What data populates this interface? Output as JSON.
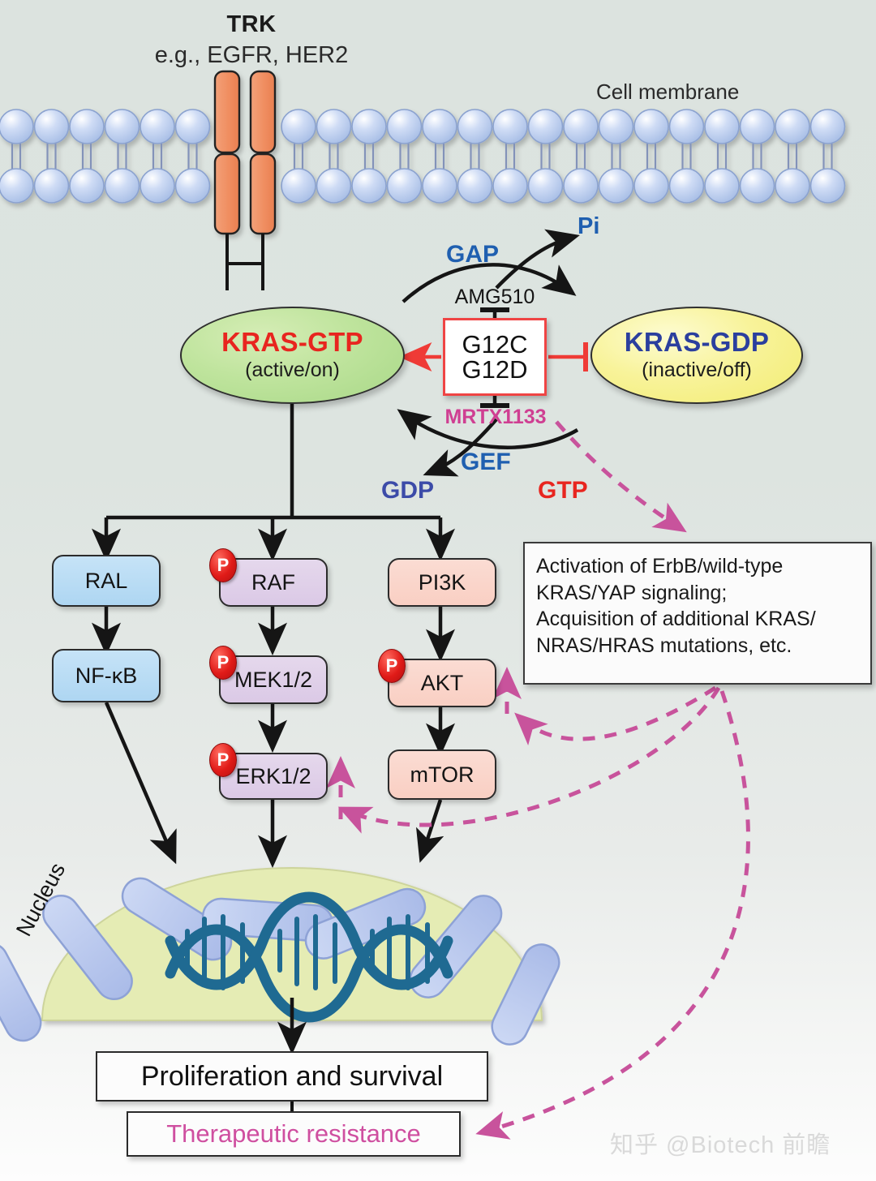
{
  "figure": {
    "title": "KRAS signaling pathway and therapeutic resistance",
    "background_top": "#dce3df",
    "background_bottom": "#fdfdfd"
  },
  "receptor": {
    "title": "TRK",
    "subtitle": "e.g., EGFR, HER2",
    "color": "#f3956b"
  },
  "membrane": {
    "label": "Cell membrane",
    "head_color": "#bed0ee"
  },
  "kras": {
    "active": {
      "name": "KRAS-GTP",
      "state": "(active/on)",
      "name_color": "#e8251f",
      "fill": "#bfe49d"
    },
    "inactive": {
      "name": "KRAS-GDP",
      "state": "(inactive/off)",
      "name_color": "#2b3f9e",
      "fill": "#f8f39a"
    }
  },
  "inhibitor_box": {
    "drug_top": "AMG510",
    "mutation_1": "G12C",
    "mutation_2": "G12D",
    "drug_bottom": "MRTX1133",
    "border_color": "#ef4444",
    "drug_bottom_color": "#cf3f92"
  },
  "cycle": {
    "gap": "GAP",
    "gef": "GEF",
    "pi": "Pi",
    "gdp": "GDP",
    "gtp": "GTP",
    "gap_color": "#1f5fb0",
    "gef_color": "#1f5fb0",
    "gdp_color": "#3c4ba8",
    "gtp_color": "#e8251f"
  },
  "pathways": {
    "ral_branch": [
      {
        "label": "RAL",
        "color": "blue",
        "phospho": false
      },
      {
        "label": "NF-κB",
        "color": "blue",
        "phospho": false
      }
    ],
    "raf_branch": [
      {
        "label": "RAF",
        "color": "purple",
        "phospho": true
      },
      {
        "label": "MEK1/2",
        "color": "purple",
        "phospho": true
      },
      {
        "label": "ERK1/2",
        "color": "purple",
        "phospho": true
      }
    ],
    "pi3k_branch": [
      {
        "label": "PI3K",
        "color": "pink",
        "phospho": false
      },
      {
        "label": "AKT",
        "color": "pink",
        "phospho": true
      },
      {
        "label": "mTOR",
        "color": "pink",
        "phospho": false
      }
    ],
    "phospho_badge": "P"
  },
  "resistance_box": {
    "line1": "Activation of ErbB/wild-type",
    "line2": "KRAS/YAP signaling;",
    "line3": "Acquisition of additional KRAS/",
    "line4": "NRAS/HRAS mutations, etc."
  },
  "nucleus": {
    "label": "Nucleus",
    "fill": "#e5ecb4",
    "envelope_color": "#b9c9ee"
  },
  "outcomes": {
    "proliferation": "Proliferation and survival",
    "resistance": "Therapeutic resistance",
    "resistance_color": "#cf4fa0"
  },
  "watermark": {
    "text": "知乎 @Biotech 前瞻"
  }
}
